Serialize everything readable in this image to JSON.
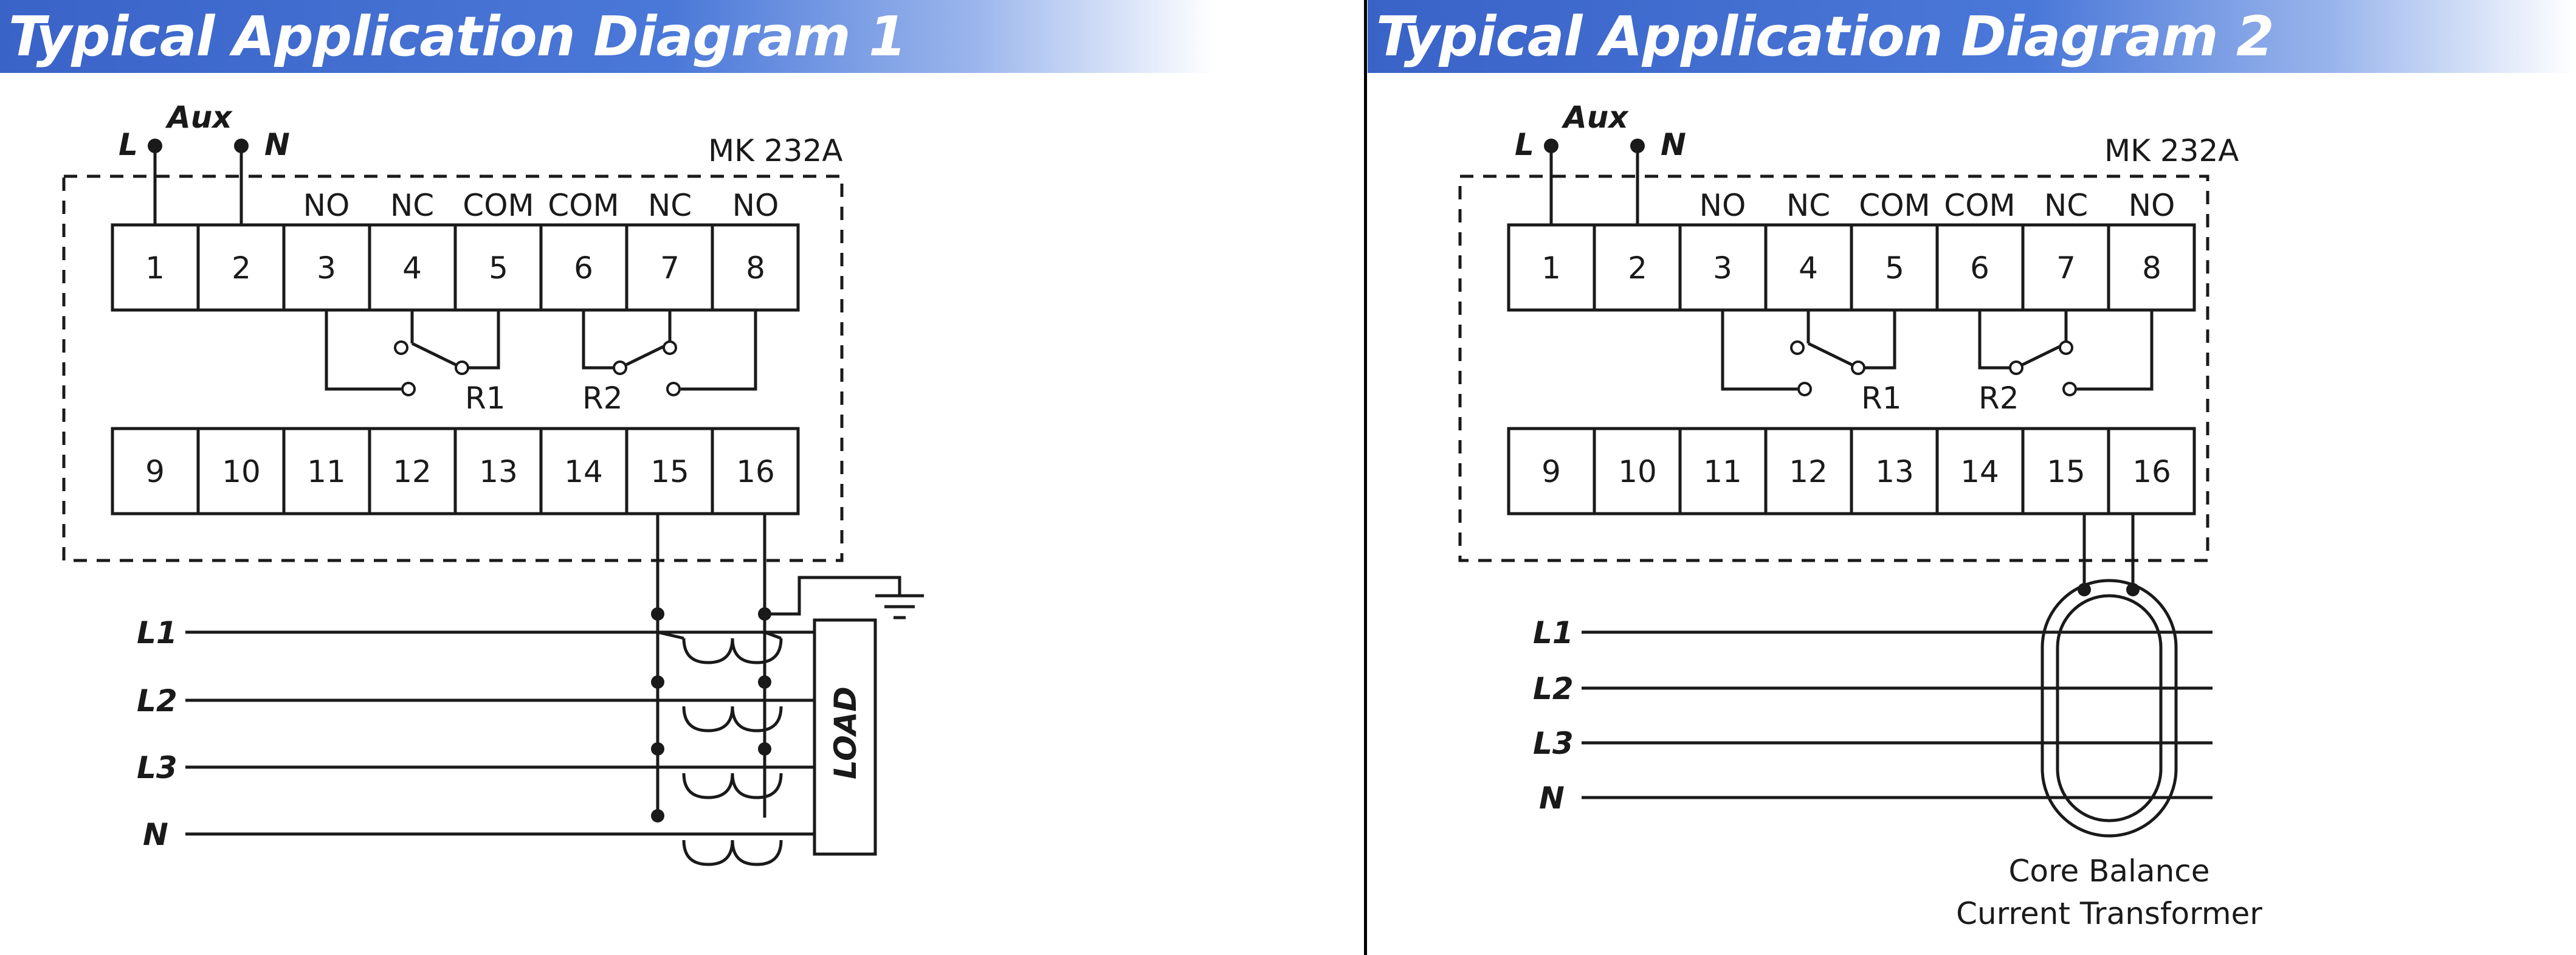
{
  "diagram1": {
    "title": "Typical Application Diagram 1",
    "model": "MK 232A",
    "supply": {
      "line": "L",
      "aux": "Aux",
      "neutral": "N"
    },
    "contact_labels": [
      "NO",
      "NC",
      "COM",
      "COM",
      "NC",
      "NO"
    ],
    "top_terminals": [
      "1",
      "2",
      "3",
      "4",
      "5",
      "6",
      "7",
      "8"
    ],
    "bottom_terminals": [
      "9",
      "10",
      "11",
      "12",
      "13",
      "14",
      "15",
      "16"
    ],
    "relays": [
      "R1",
      "R2"
    ],
    "lines": [
      "L1",
      "L2",
      "L3",
      "N"
    ],
    "load": "LOAD"
  },
  "diagram2": {
    "title": "Typical Application Diagram 2",
    "model": "MK 232A",
    "supply": {
      "line": "L",
      "aux": "Aux",
      "neutral": "N"
    },
    "contact_labels": [
      "NO",
      "NC",
      "COM",
      "COM",
      "NC",
      "NO"
    ],
    "top_terminals": [
      "1",
      "2",
      "3",
      "4",
      "5",
      "6",
      "7",
      "8"
    ],
    "bottom_terminals": [
      "9",
      "10",
      "11",
      "12",
      "13",
      "14",
      "15",
      "16"
    ],
    "relays": [
      "R1",
      "R2"
    ],
    "lines": [
      "L1",
      "L2",
      "L3",
      "N"
    ],
    "ct_caption": [
      "Core Balance",
      "Current Transformer"
    ]
  }
}
